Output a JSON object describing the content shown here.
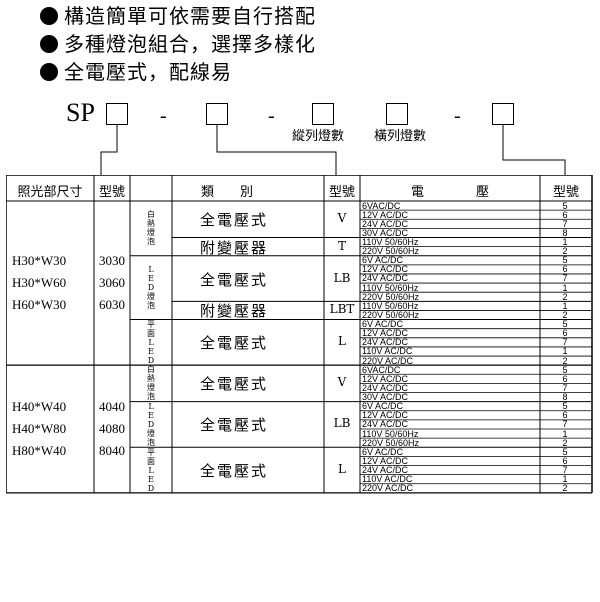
{
  "features": [
    "構造簡單可依需要自行搭配",
    "多種燈泡組合，選擇多樣化",
    "全電壓式，配線易"
  ],
  "code": {
    "prefix": "SP",
    "dash": "-",
    "label_vertical": "縱列燈數",
    "label_horizontal": "橫列燈數"
  },
  "headers": {
    "size": "照光部尺寸",
    "model": "型號",
    "type": "類　　別",
    "type_code": "型號",
    "voltage": "電　　　　壓",
    "voltage_code": "型號"
  },
  "groups": [
    {
      "sizes": [
        "H30*W30",
        "H30*W60",
        "H60*W30"
      ],
      "models": [
        "3030",
        "3060",
        "6030"
      ],
      "lamps": [
        {
          "bulb": "白熱燈泡",
          "variants": [
            {
              "name": "全電壓式",
              "code": "V",
              "rows": [
                [
                  "6VAC/DC",
                  "5"
                ],
                [
                  "12V AC/DC",
                  "6"
                ],
                [
                  "24V AC/DC",
                  "7"
                ],
                [
                  "30V AC/DC",
                  "8"
                ]
              ]
            },
            {
              "name": "附變壓器",
              "code": "T",
              "rows": [
                [
                  "110V 50/60Hz",
                  "1"
                ],
                [
                  "220V 50/60Hz",
                  "2"
                ]
              ]
            }
          ]
        },
        {
          "bulb": "LED燈泡",
          "variants": [
            {
              "name": "全電壓式",
              "code": "LB",
              "rows": [
                [
                  "6V AC/DC",
                  "5"
                ],
                [
                  "12V AC/DC",
                  "6"
                ],
                [
                  "24V AC/DC",
                  "7"
                ],
                [
                  "110V 50/60Hz",
                  "1"
                ],
                [
                  "220V 50/60Hz",
                  "2"
                ]
              ]
            },
            {
              "name": "附變壓器",
              "code": "LBT",
              "rows": [
                [
                  "110V 50/60Hz",
                  "1"
                ],
                [
                  "220V 50/60Hz",
                  "2"
                ]
              ]
            }
          ]
        },
        {
          "bulb": "平面LED",
          "variants": [
            {
              "name": "全電壓式",
              "code": "L",
              "rows": [
                [
                  "6V AC/DC",
                  "5"
                ],
                [
                  "12V AC/DC",
                  "6"
                ],
                [
                  "24V AC/DC",
                  "7"
                ],
                [
                  "110V AC/DC",
                  "1"
                ],
                [
                  "220V AC/DC",
                  "2"
                ]
              ]
            }
          ]
        }
      ]
    },
    {
      "sizes": [
        "H40*W40",
        "H40*W80",
        "H80*W40"
      ],
      "models": [
        "4040",
        "4080",
        "8040"
      ],
      "lamps": [
        {
          "bulb": "白熱燈泡",
          "variants": [
            {
              "name": "全電壓式",
              "code": "V",
              "rows": [
                [
                  "6VAC/DC",
                  "5"
                ],
                [
                  "12V AC/DC",
                  "6"
                ],
                [
                  "24V AC/DC",
                  "7"
                ],
                [
                  "30V AC/DC",
                  "8"
                ]
              ]
            }
          ]
        },
        {
          "bulb": "LED燈泡",
          "variants": [
            {
              "name": "全電壓式",
              "code": "LB",
              "rows": [
                [
                  "6V AC/DC",
                  "5"
                ],
                [
                  "12V AC/DC",
                  "6"
                ],
                [
                  "24V AC/DC",
                  "7"
                ],
                [
                  "110V 50/60Hz",
                  "1"
                ],
                [
                  "220V 50/60Hz",
                  "2"
                ]
              ]
            }
          ]
        },
        {
          "bulb": "平面LED",
          "variants": [
            {
              "name": "全電壓式",
              "code": "L",
              "rows": [
                [
                  "6V AC/DC",
                  "5"
                ],
                [
                  "12V AC/DC",
                  "6"
                ],
                [
                  "24V AC/DC",
                  "7"
                ],
                [
                  "110V AC/DC",
                  "1"
                ],
                [
                  "220V AC/DC",
                  "2"
                ]
              ]
            }
          ]
        }
      ]
    }
  ]
}
